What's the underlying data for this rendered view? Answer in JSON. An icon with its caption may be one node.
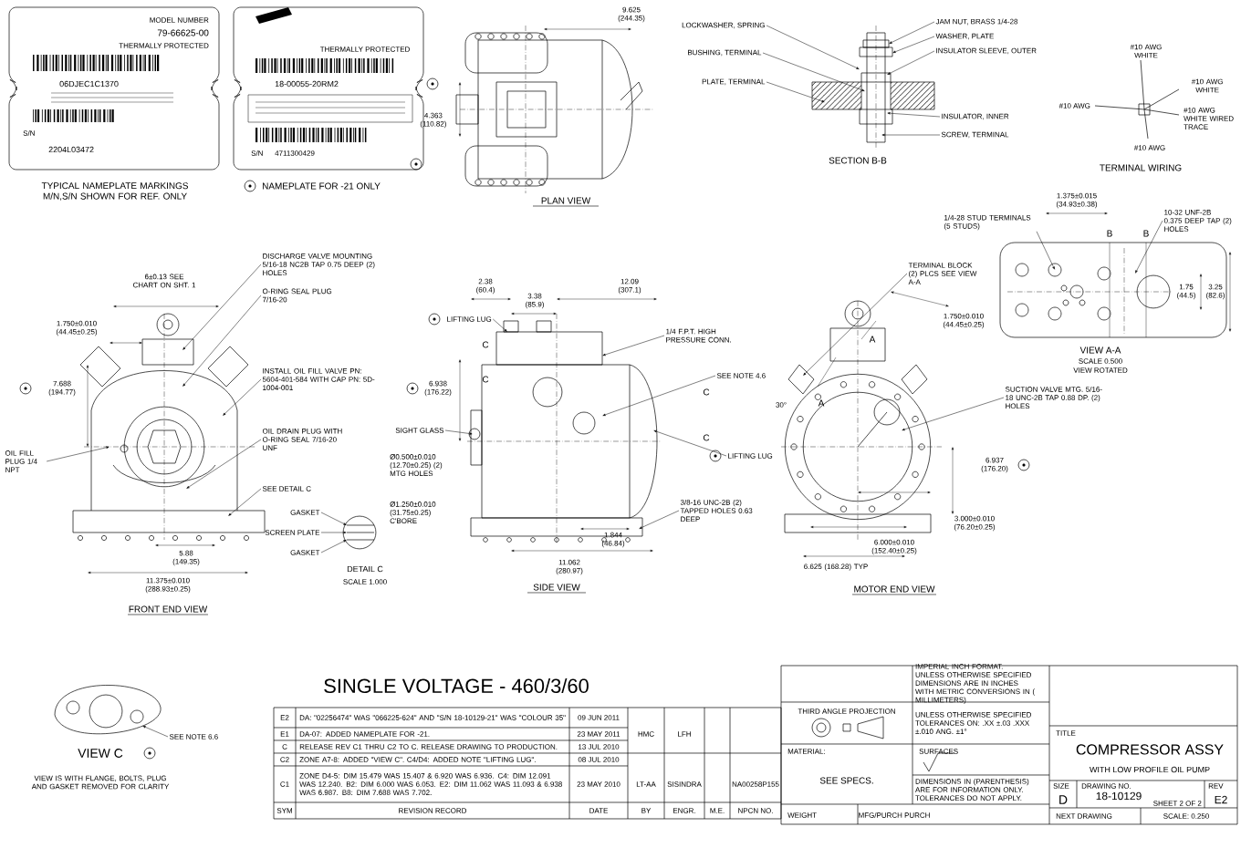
{
  "diagram": {
    "nodes": [
      {
        "text": [
          "LOCKWASHER, SPRING"
        ]
      },
      {
        "text": [
          "BUSHING, TERMINAL"
        ]
      },
      {
        "text": [
          "PLATE, TERMINAL"
        ]
      },
      {
        "text": [
          "JAM NUT, BRASS 1/4-28"
        ]
      },
      {
        "text": [
          "WASHER, PLATE"
        ]
      },
      {
        "text": [
          "INSULATOR SLEEVE, OUTER"
        ]
      },
      {
        "text": [
          "INSULATOR, INNER"
        ]
      },
      {
        "text": [
          "SCREW, TERMINAL"
        ]
      },
      {
        "text": [
          "1/4-28 STUD TERMINALS (5 STUDS)"
        ]
      },
      {
        "text": [
          "10-32 UNF-2B 0.375 DEEP TAP (2) HOLES"
        ]
      },
      {
        "text": [
          "DISCHARGE VALVE MOUNTING 5/16-18 NC2B TAP 0.75 DEEP (2) HOLES"
        ]
      },
      {
        "text": [
          "O-RING SEAL PLUG 7/16-20"
        ]
      },
      {
        "text": [
          "INSTALL OIL FILL VALVE PN: 5604-401-584 WITH CAP PN: 5D-1004-001"
        ]
      },
      {
        "text": [
          "OIL DRAIN PLUG WITH O-RING SEAL 7/16-20 UNF"
        ]
      },
      {
        "text": [
          "SEE DETAIL C"
        ]
      },
      {
        "text": [
          "OIL FILL PLUG 1/4 NPT"
        ]
      },
      {
        "text": [
          "GASKET"
        ]
      },
      {
        "text": [
          "SCREEN PLATE"
        ]
      },
      {
        "text": [
          "GASKET"
        ]
      },
      {
        "text": [
          "LIFTING LUG"
        ]
      },
      {
        "text": [
          "1/4 F.P.T. HIGH PRESSURE CONN."
        ]
      },
      {
        "text": [
          "SIGHT GLASS"
        ]
      },
      {
        "text": [
          "SEE NOTE 4.6"
        ]
      },
      {
        "text": [
          "3/8-16 UNC-2B (2) TAPPED HOLES 0.63 DEEP"
        ]
      },
      {
        "text": [
          "LIFTING LUG"
        ]
      },
      {
        "text": [
          "TERMINAL BLOCK (2) PLCS SEE VIEW A-A"
        ]
      },
      {
        "text": [
          "SUCTION VALVE MTG. 5/16-18 UNC-2B TAP 0.88 DP. (2) HOLES"
        ]
      },
      {
        "text": [
          "SEE NOTE 6.6"
        ]
      },
      {
        "text": [],
        "shape": "picture",
        "beside": [
          "SECTION B-B"
        ]
      },
      {
        "text": [],
        "shape": "picture",
        "beside": [
          "VIEW A-A",
          "SCALE 0.500",
          "VIEW ROTATED"
        ]
      },
      {
        "text": [],
        "shape": "picture",
        "beside": [
          "FRONT END VIEW"
        ]
      },
      {
        "text": [],
        "shape": "picture",
        "beside": [
          "DETAIL C",
          "SCALE 1.000"
        ]
      },
      {
        "text": [],
        "shape": "picture",
        "beside": [
          "SIDE VIEW"
        ]
      },
      {
        "text": [],
        "shape": "picture",
        "beside": [
          "MOTOR END VIEW"
        ]
      },
      {
        "text": [],
        "shape": "picture",
        "beside": [
          "VIEW C",
          "VIEW IS WITH FLANGE, BOLTS, PLUG AND GASKET REMOVED FOR CLARITY"
        ]
      }
    ],
    "edges": [
      {
        "from": 0,
        "to": 28,
        "arrow": "to"
      },
      {
        "from": 1,
        "to": 28,
        "arrow": "to"
      },
      {
        "from": 2,
        "to": 28,
        "arrow": "to"
      },
      {
        "from": 3,
        "to": 28,
        "arrow": "to"
      },
      {
        "from": 4,
        "to": 28,
        "arrow": "to"
      },
      {
        "from": 5,
        "to": 28,
        "arrow": "to"
      },
      {
        "from": 6,
        "to": 28,
        "arrow": "to"
      },
      {
        "from": 7,
        "to": 28,
        "arrow": "to"
      },
      {
        "from": 8,
        "to": 29,
        "arrow": "to"
      },
      {
        "from": 9,
        "to": 29,
        "arrow": "to"
      },
      {
        "from": 10,
        "to": 30,
        "arrow": "to"
      },
      {
        "from": 11,
        "to": 30,
        "arrow": "to"
      },
      {
        "from": 12,
        "to": 30,
        "arrow": "to"
      },
      {
        "from": 13,
        "to": 30,
        "arrow": "to"
      },
      {
        "from": 14,
        "to": 30,
        "arrow": "to"
      },
      {
        "from": 15,
        "to": 30,
        "arrow": "to"
      },
      {
        "from": 16,
        "to": 31,
        "arrow": "to"
      },
      {
        "from": 17,
        "to": 31,
        "arrow": "to"
      },
      {
        "from": 18,
        "to": 31,
        "arrow": "to"
      },
      {
        "from": 19,
        "to": 32,
        "arrow": "to"
      },
      {
        "from": 20,
        "to": 32,
        "arrow": "to"
      },
      {
        "from": 21,
        "to": 32,
        "arrow": "to"
      },
      {
        "from": 22,
        "to": 32,
        "arrow": "to"
      },
      {
        "from": 23,
        "to": 32,
        "arrow": "to"
      },
      {
        "from": 24,
        "to": 32,
        "arrow": "to"
      },
      {
        "from": 25,
        "to": 33,
        "arrow": "to"
      },
      {
        "from": 26,
        "to": 33,
        "arrow": "to"
      },
      {
        "from": 27,
        "to": 34,
        "arrow": "to"
      }
    ],
    "labels": [
      "MODEL NUMBER",
      "79-66625-00",
      "THERMALLY PROTECTED",
      "06DJEC1C1370",
      "S/N",
      "2204L03472",
      "TYPICAL NAMEPLATE MARKINGS M/N,S/N SHOWN FOR REF. ONLY",
      "THERMALLY PROTECTED",
      "18-00055-20RM2",
      "S/N",
      "4711300429",
      "NAMEPLATE FOR -21 ONLY",
      "4.363 (110.82)",
      "9.625 (244.35)",
      "PLAN VIEW",
      "#10 AWG WHITE",
      "#10 AWG WHITE",
      "#10 AWG WHITE WIRED TRACE",
      "#10 AWG",
      "#10 AWG",
      "TERMINAL WIRING",
      "1.375±0.015 (34.93±0.38)",
      "B",
      "B",
      "1.75 (44.5)",
      "3.25 (82.6)",
      "6±0.13 SEE CHART ON SHT. 1",
      "1.750±0.010 (44.45±0.25)",
      "7.688 (194.77)",
      "5.88 (149.35)",
      "11.375±0.010 (288.93±0.25)",
      "2.38 (60.4)",
      "3.38 (85.9)",
      "12.09 (307.1)",
      "6.938 (176.22)",
      "Ø0.500±0.010 (12.70±0.25) (2) MTG HOLES",
      "Ø1.250±0.010 (31.75±0.25) C'BORE",
      "1.844 (46.84)",
      "11.062 (280.97)",
      "SINGLE VOLTAGE - 460/3/60",
      "A",
      "30°",
      "A",
      "1.750±0.010 (44.45±0.25)",
      "6.937 (176.20)",
      "3.000±0.010 (76.20±0.25)",
      "6.000±0.010 (152.40±0.25)",
      "6.625 (168.28) TYP",
      "E2",
      "DA: \"02256474\" WAS \"066225-624\" AND \"S/N 18-10129-21\" WAS \"COLOUR 35\"",
      "09 JUN 2011",
      "E1",
      "DA-07: ADDED NAMEPLATE FOR -21.",
      "23 MAY 2011",
      "C",
      "RELEASE REV C1 THRU C2 TO C. RELEASE DRAWING TO PRODUCTION.",
      "13 JUL 2010",
      "C2",
      "ZONE A7-8: ADDED \"VIEW C\". C4/D4: ADDED NOTE \"LIFTING LUG\".",
      "08 JUL 2010",
      "C1",
      "ZONE D4-5: DIM 15.479 WAS 15.407 & 6.920 WAS 6.936. C4: DIM 12.091 WAS 12.240. B2: DIM 6.000 WAS 6.053. E2: DIM 11.062 WAS 11.093 & 6.938 WAS 6.987. B8: DIM 7.688 WAS 7.702.",
      "23 MAY 2010",
      "SYM",
      "REVISION RECORD",
      "DATE",
      "HMC",
      "LFH",
      "LT-AA",
      "SISINDRA",
      "NA00258P155",
      "BY",
      "ENGR.",
      "M.E.",
      "NPCN NO.",
      "IMPERIAL INCH FORMAT. UNLESS OTHERWISE SPECIFIED DIMENSIONS ARE IN INCHES WITH METRIC CONVERSIONS IN ( MILLIMETERS)",
      "THIRD ANGLE PROJECTION",
      "UNLESS OTHERWISE SPECIFIED TOLERANCES ON: .XX ±.03 .XXX ±.010 ANG. ±1°",
      "MATERIAL:",
      "SEE SPECS.",
      "SURFACES",
      "DIMENSIONS IN (PARENTHESIS) ARE FOR INFORMATION ONLY. TOLERANCES DO NOT APPLY.",
      "TITLE",
      "COMPRESSOR ASSY",
      "WITH LOW PROFILE OIL PUMP",
      "SIZE",
      "D",
      "DRAWING NO.",
      "18-10129",
      "SHEET 2 OF 2",
      "REV",
      "E2",
      "WEIGHT",
      "MFG/PURCH PURCH",
      "NEXT DRAWING",
      "SCALE: 0.250",
      "C",
      "C",
      "C",
      "C"
    ]
  }
}
